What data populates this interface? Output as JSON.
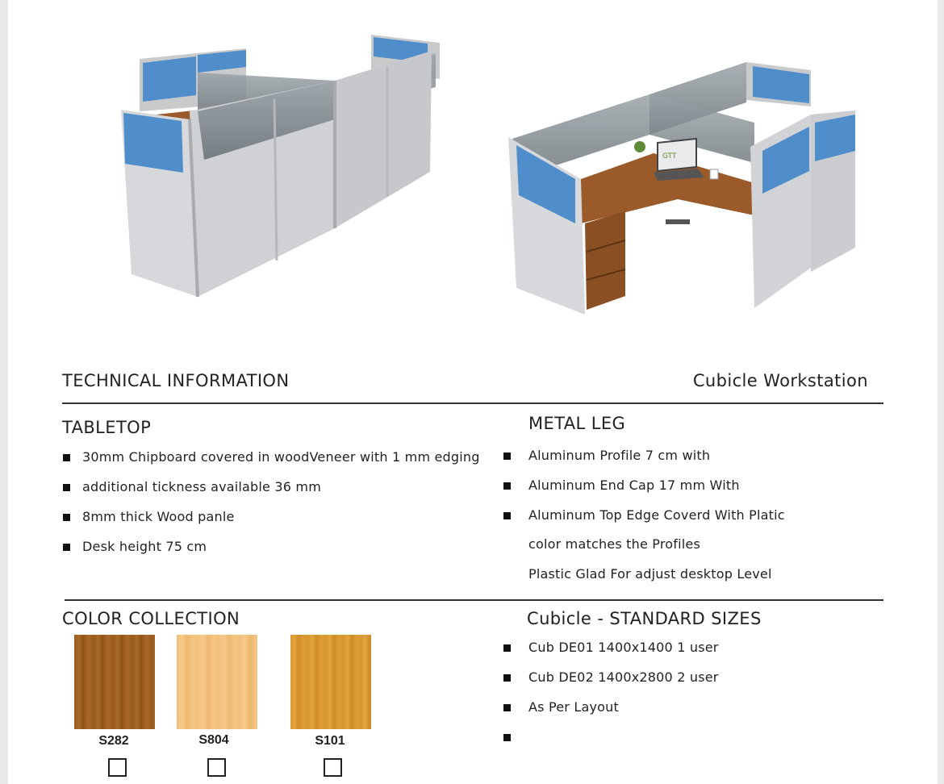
{
  "header": {
    "section_title": "TECHNICAL INFORMATION",
    "product_name": "Cubicle Workstation"
  },
  "images": {
    "left": "cubicle-workstation-render-two-person",
    "right": "cubicle-workstation-render-l-shape-desk",
    "laptop_screen_text": "GTT"
  },
  "tabletop": {
    "title": "TABLETOP",
    "items": [
      "30mm  Chipboard covered in woodVeneer with 1 mm edging",
      "additional tickness available   36 mm",
      "8mm thick Wood panle",
      "Desk height 75 cm"
    ]
  },
  "metal_leg": {
    "title": "METAL LEG",
    "items": [
      "Aluminum Profile 7 cm with",
      "Aluminum End Cap 17 mm With",
      "Aluminum Top Edge Coverd With Platic"
    ],
    "continuation": [
      "color matches the Profiles",
      "Plastic Glad For adjust desktop Level"
    ]
  },
  "color_collection": {
    "title": "COLOR COLLECTION",
    "swatches": [
      {
        "code": "S282",
        "color": "#a0631e"
      },
      {
        "code": "S804",
        "color": "#f1bf77"
      },
      {
        "code": "S101",
        "color": "#d8962f"
      }
    ]
  },
  "standard_sizes": {
    "title": "Cubicle - STANDARD SIZES",
    "items": [
      "Cub  DE01  1400x1400 1 user",
      "Cub DE02 1400x2800 2 user",
      "As Per Layout",
      ""
    ]
  },
  "colors": {
    "panel_blue": "#4f8ecb",
    "panel_grey": "#d4d6d9",
    "wood": "#9a5a2a"
  }
}
